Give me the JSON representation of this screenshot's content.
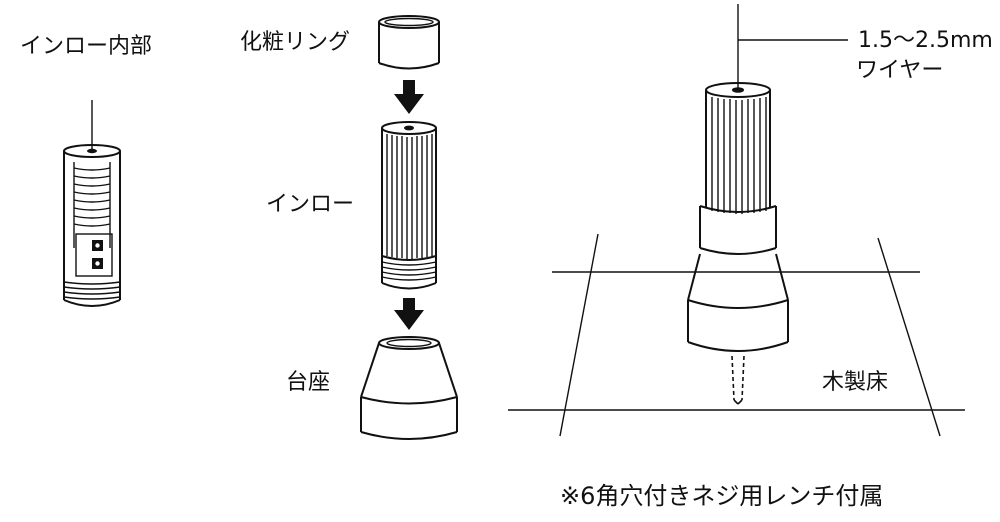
{
  "labels": {
    "inner_view": "インロー内部",
    "decor_ring": "化粧リング",
    "inro": "インロー",
    "base": "台座",
    "wire": "1.5〜2.5mm",
    "wire_sub": "ワイヤー",
    "floor": "木製床",
    "note": "※6角穴付きネジ用レンチ付属"
  },
  "colors": {
    "ink": "#111111",
    "background": "#ffffff"
  },
  "icons": [
    "down-arrow-icon",
    "down-arrow-icon"
  ]
}
